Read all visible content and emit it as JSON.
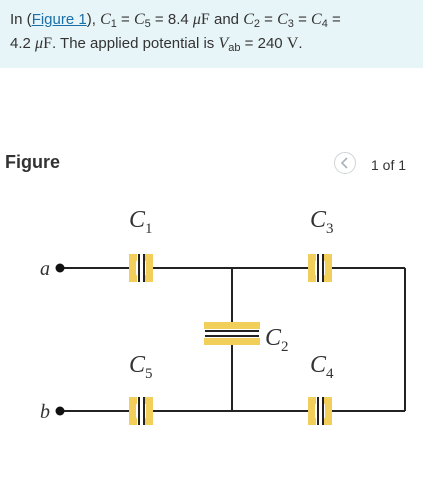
{
  "problem": {
    "prefix": "In (",
    "figure_link": "Figure 1",
    "after_link": "), ",
    "c1": "C",
    "c1_sub": "1",
    "eq1": " = ",
    "c5": "C",
    "c5_sub": "5",
    "eq2": " = 8.4 ",
    "mu1": "μ",
    "unit_f1": "F",
    "and": " and ",
    "c2": "C",
    "c2_sub": "2",
    "eq3": " = ",
    "c3": "C",
    "c3_sub": "3",
    "eq4": " = ",
    "c4": "C",
    "c4_sub": "4",
    "eq5": " =",
    "line2_value": "4.2 ",
    "mu2": "μ",
    "unit_f2": "F",
    "line2_mid": ". The applied potential is ",
    "v": "V",
    "v_sub": "ab",
    "eq6": " = 240 ",
    "unit_v": "V",
    "end": "."
  },
  "figure": {
    "title": "Figure",
    "page_indicator": "1 of 1",
    "prev_icon": "chevron-left-icon"
  },
  "circuit": {
    "node_a": "a",
    "node_b": "b",
    "labels": {
      "C1": {
        "letter": "C",
        "sub": "1"
      },
      "C2": {
        "letter": "C",
        "sub": "2"
      },
      "C3": {
        "letter": "C",
        "sub": "3"
      },
      "C4": {
        "letter": "C",
        "sub": "4"
      },
      "C5": {
        "letter": "C",
        "sub": "5"
      }
    },
    "capacitor_color": "#f2cf5b",
    "wire_color": "#222222"
  }
}
